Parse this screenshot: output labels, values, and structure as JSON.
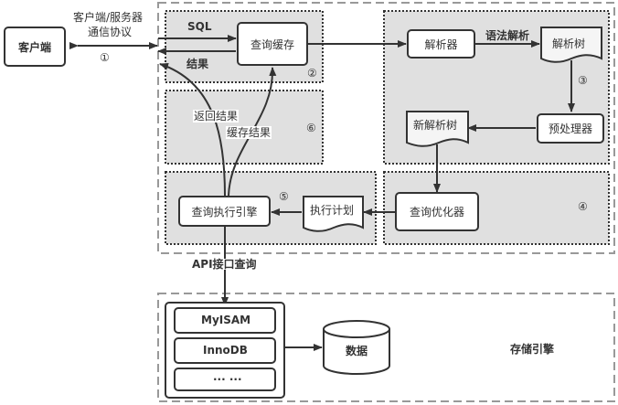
{
  "client": {
    "label": "客户端"
  },
  "protocol": {
    "line1": "客户端/服务器",
    "line2": "通信协议",
    "step": "①"
  },
  "cache_section": {
    "sql_label": "SQL",
    "result_label": "结果",
    "cache_box": "查询缓存",
    "step": "②"
  },
  "parser_section": {
    "parser_box": "解析器",
    "edge_label": "语法解析",
    "parse_tree": "解析树",
    "step": "③",
    "preprocessor_box": "预处理器",
    "new_parse_tree": "新解析树"
  },
  "optimizer_section": {
    "optimizer_box": "查询优化器",
    "step": "④"
  },
  "executor_section": {
    "executor_box": "查询执行引擎",
    "plan_doc": "执行计划",
    "step": "⑤"
  },
  "return_section": {
    "return_label": "返回结果",
    "cache_result_label": "缓存结果",
    "step": "⑥"
  },
  "api_label": "API接口查询",
  "storage": {
    "engines": [
      "MyISAM",
      "InnoDB",
      "... ..."
    ],
    "data_label": "数据",
    "section_label": "存储引擎"
  }
}
